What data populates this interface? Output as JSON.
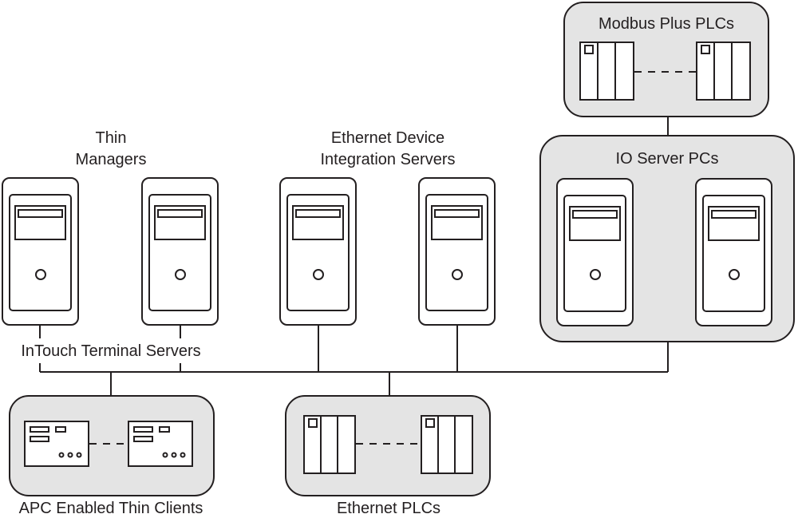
{
  "labels": {
    "modbus_plcs": "Modbus Plus PLCs",
    "thin_managers_line1": "Thin",
    "thin_managers_line2": "Managers",
    "ethernet_device_line1": "Ethernet Device",
    "ethernet_device_line2": "Integration Servers",
    "io_server_pcs": "IO Server PCs",
    "intouch_terminal_servers": "InTouch Terminal Servers",
    "apc_thin_clients": "APC Enabled Thin Clients",
    "ethernet_plcs": "Ethernet PLCs"
  },
  "colors": {
    "group_fill": "#e4e4e4",
    "stroke": "#231f20",
    "device_fill": "#ffffff"
  },
  "icons": {
    "server": "server-tower-icon",
    "plc": "plc-rack-icon",
    "thin_client": "thin-client-icon"
  }
}
